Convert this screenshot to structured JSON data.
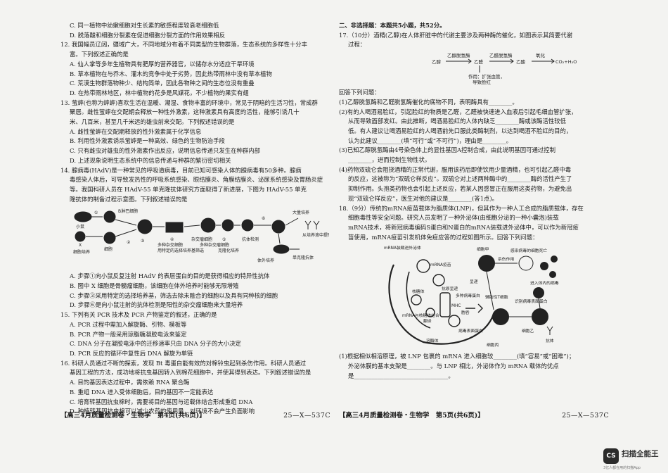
{
  "left_page": {
    "lines_top": [
      "C. 同一植物中幼嫩细胞对生长素的敏感程度较衰老细胞低",
      "D. 脱落酸和细胞分裂素在促进细胞分裂方面的作用效果相反",
      "12. 我国幅员辽阔，疆域广大，不同地域分布着不同类型的生物群落，生态系统的多样性十分丰",
      "富。下列叙述正确的是",
      "A. 仙人掌等多年生植物具有肥厚的营养器官，以储存水分适应干旱环境",
      "B. 草本植物在与乔木、灌木的竞争中处于劣势，因此热带雨林中没有草本植物",
      "C. 荒漠生物群落物种少、结构简单，因此各物种之间的生态位没有重叠",
      "D. 在热带雨林地区，林中植物的花多是风媒花，不少植物的果实有翅",
      "13. 萤蟀(也称为蟀蟀)喜欢生活在温暖、潮湿、食物丰富的环境中，常见于阴暗的生活习性，常成群",
      "聚居。雌性萤蟀在交配期会释放一种性外激素，这种激素具有高度的活性，能够引诱几十",
      "米、几百米，甚至几千米远的雄虫前来交配。下列叙述错误的是",
      "A. 雌性萤蟀在交配期释放的性外激素属于化学信息",
      "B. 利用性外激素诱杀萤蟀是一种高效、绿色的生物防治手段",
      "C. 只有雌虫对雄虫的性外激素作出反应，说明信息传递只发生在种群内部",
      "D. 上述现象说明生态系统中的信息传递与种群的繁衍密切相关",
      "14. 腺病毒(HAdV)是一种常见的呼吸道病毒，目前已知可感染人体的腺病毒有50多种。腺病",
      "毒感染人体后，可导致发热性的呼吸系统感染、眼结膜炎、角膜结膜炎、泌尿系统感染及胃肠炎症",
      "等。我国科研人员在 HAdV-55 单克隆抗体研究方面取得了新进展，下图为 HAdV-55 单克",
      "隆抗体的制备过程示意图。下列叙述错误的是"
    ],
    "figure14": {
      "labels": [
        "小鼠",
        "X",
        "细胞培养",
        "B淋巴细胞",
        "细胞",
        "①",
        "②",
        "③",
        "多种杂交细胞",
        "用特定的选择培养基筛选",
        "④",
        "杂交瘤细胞",
        "多种杂交瘤细胞",
        "⑤",
        "克隆化培养",
        "抗体检测",
        "⑥",
        "体外培养",
        "大量培养",
        "单克隆抗体",
        "从培养液中提取",
        "从腹水中提取"
      ]
    },
    "lines_mid": [
      "A. 步骤①向小鼠反复注射 HAdV 的表层蛋白的目的是获得相应的特异性抗体",
      "B. 图中 X 细胞是骨髓瘤细胞，该细胞在体外培养时能够无限增殖",
      "C. 步骤③采用特定的选择培养基，筛选去除未融合的细胞以及具有同种核的细胞",
      "D. 步骤⑥是向小鼠注射的抗体检测是阳性的杂交瘤细胞来大量培养",
      "15. 下列有关 PCR 技术及 PCR 产物鉴定的叙述，正确的是",
      "A. PCR 过程中需加入解旋酶、引物、模板等",
      "B. PCR 产物一般采用琼脂糖凝胶电泳来鉴定",
      "C. DNA 分子在凝胶电泳中的迁移速率只由 DNA 分子的大小决定",
      "D. PCR 反应的循环中复性后 DNA 解旋为单链",
      "16. 科研人员通过不断的探索，发现 Bt 毒蛋白能有效的对棉铃虫起到杀伤作用。科研人员通过",
      "基因工程的方法，成功地将抗虫基因转入到棉花细胞中，并使其得到表达。下列叙述错误的是",
      "A. 目的基因表达过程中，需依赖 RNA 聚合酶",
      "B. 重组 DNA 进入受体细胞后，目的基因不一定能表达",
      "C. 培育转基因抗虫棉时，需要将目的基因与运载体结合形成重组 DNA",
      "D. 种植转基因抗虫棉可以减少农药的使用量，对环境不会产生负面影响"
    ],
    "footer_title": "【高三4月质量检测卷・生物学　第4页(共6页)】",
    "footer_code": "25—X—537C"
  },
  "right_page": {
    "lines_top": [
      "二、非选择题：本题共5小题，共52分。",
      "17.（10分）酒精(乙醇)在人体肝脏中的代谢主要涉及两种酶的催化，如图表示其简要代谢",
      "过程："
    ],
    "figure17": {
      "labels": [
        "乙醇脱氢酶",
        "乙醛脱氢酶",
        "氧化",
        "乙醇",
        "乙醛",
        "乙酸",
        "CO₂+H₂O",
        "作用：扩张血管，",
        "导致脸红"
      ]
    },
    "lines_mid": [
      "回答下列问题：",
      "(1)乙醇脱氢酶和乙醛脱氢酶催化的底物不同，表明酶具有________。",
      "(2)有的人喝酒易脸红，引起脸红的物质是乙醛，乙醛被快速进入血液后引起毛细血管扩张，",
      "从而导致面部发红。由此推断，喝酒易脸红的人体内缺乏________酶或该酶活性较低",
      "低。有人建议让喝酒易脸红的人喝酒前先口服此类酶制剂，以达到喝酒不脸红的目的，",
      "认为此建议________(填“可行”或“不可行”)，理由是________。",
      "(3)已知乙醇脱氢酶由4号染色体上的显性基因A控制合成，由此说明基因可通过控制",
      "________，进而控制生物性状。",
      "(4)药物双硫仑会阻挠酒精的正常代谢，服用该药后即使饮用少量酒精，也可引起乙醛中毒",
      "的反应，这被称为“双硫仑样反应”。双硫仑对上述两种酶中的________酶的活性产生了",
      "抑制作用。头孢类药物也会引起上述反应，若某人因感冒正在服用这类药物，为避免出",
      "现“双硫仑样反应”，医生对他的建议是________(答1点)。",
      "18.（9分）传统的mRNA疫苗载体为脂质体(LNP)，但其作为一种人工合成的脂质载体，存在",
      "细胞毒性等安全问题。研究人员发明了一种外泌体(由细胞分泌的一种小囊泡)装载",
      "mRNA技术，将新冠病毒编码S蛋白和N蛋白的mRNA装载进外泌体中，可以作为新冠疫",
      "苗使用，mRNA疫苗引发机体免疫应答的过程如图所示。回答下列问题："
    ],
    "figure18": {
      "labels": [
        "mRNA装载进外泌体",
        "mRNA疫苗",
        "细胞甲",
        "杀伤作用",
        "感染病毒的细胞死亡",
        "进入体内的病毒",
        "识别病毒表面蛋白",
        "细胞乙",
        "抗体",
        "呈递",
        "辅助性T细胞",
        "抗原呈递",
        "多种病毒蛋白",
        "mRNA与核糖体结合",
        "翻译",
        "病毒表面蛋白",
        "胞吞",
        "核糖体",
        "溶酶体",
        "MHC",
        "细胞丙"
      ]
    },
    "lines_bottom": [
      "(1)根据相似相溶原理，被 LNP 包裹的 mRNA 进入细胞较________(填“容易”或“困难”)；",
      "外泌体膜的基本支架是________。与 LNP 相比，外泌体作为 mRNA 载体的优点",
      "是________________________________。"
    ],
    "footer_title": "【高三4月质量检测卷・生物学　第5页(共6页)】",
    "footer_code": "25—X—537C"
  },
  "watermark": {
    "logo": "CS",
    "name": "扫描全能王",
    "sub": "3亿人都在用的扫描App"
  }
}
